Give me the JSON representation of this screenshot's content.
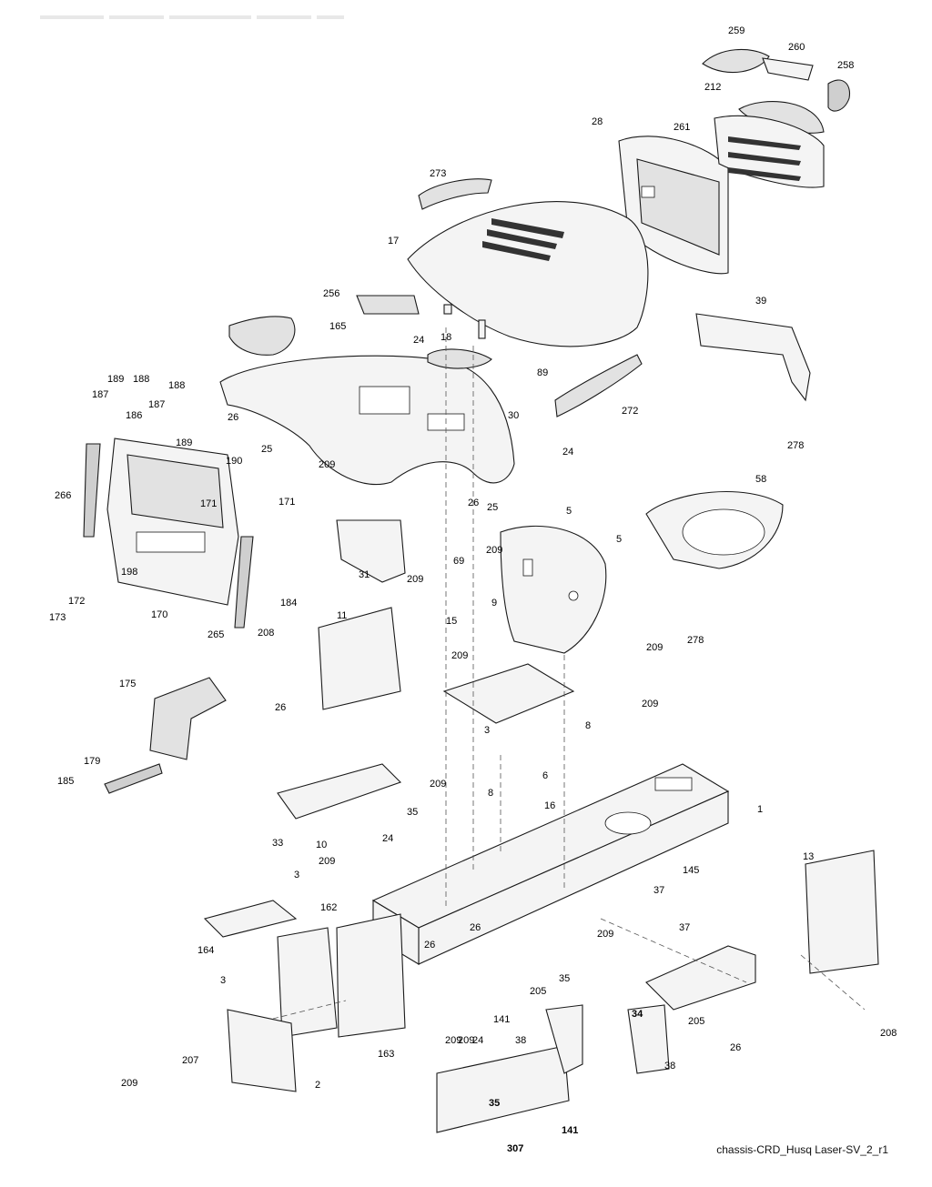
{
  "diagram": {
    "caption": "chassis-CRD_Husq Laser-SV_2_r1",
    "callouts": [
      {
        "text": "259"
      },
      {
        "text": "260"
      },
      {
        "text": "258"
      },
      {
        "text": "212"
      },
      {
        "text": "28"
      },
      {
        "text": "261"
      },
      {
        "text": "273"
      },
      {
        "text": "17"
      },
      {
        "text": "256"
      },
      {
        "text": "18"
      },
      {
        "text": "165"
      },
      {
        "text": "24"
      },
      {
        "text": "39"
      },
      {
        "text": "89"
      },
      {
        "text": "272"
      },
      {
        "text": "278"
      },
      {
        "text": "189"
      },
      {
        "text": "188"
      },
      {
        "text": "187"
      },
      {
        "text": "188"
      },
      {
        "text": "187"
      },
      {
        "text": "186"
      },
      {
        "text": "189"
      },
      {
        "text": "26"
      },
      {
        "text": "25"
      },
      {
        "text": "30"
      },
      {
        "text": "24"
      },
      {
        "text": "190"
      },
      {
        "text": "266"
      },
      {
        "text": "209"
      },
      {
        "text": "26"
      },
      {
        "text": "25"
      },
      {
        "text": "58"
      },
      {
        "text": "5"
      },
      {
        "text": "5"
      },
      {
        "text": "171"
      },
      {
        "text": "171"
      },
      {
        "text": "69"
      },
      {
        "text": "209"
      },
      {
        "text": "198"
      },
      {
        "text": "31"
      },
      {
        "text": "209"
      },
      {
        "text": "172"
      },
      {
        "text": "184"
      },
      {
        "text": "9"
      },
      {
        "text": "173"
      },
      {
        "text": "170"
      },
      {
        "text": "265"
      },
      {
        "text": "11"
      },
      {
        "text": "15"
      },
      {
        "text": "209"
      },
      {
        "text": "278"
      },
      {
        "text": "208"
      },
      {
        "text": "209"
      },
      {
        "text": "209"
      },
      {
        "text": "175"
      },
      {
        "text": "3"
      },
      {
        "text": "8"
      },
      {
        "text": "26"
      },
      {
        "text": "6"
      },
      {
        "text": "209"
      },
      {
        "text": "179"
      },
      {
        "text": "8"
      },
      {
        "text": "16"
      },
      {
        "text": "185"
      },
      {
        "text": "35"
      },
      {
        "text": "1"
      },
      {
        "text": "33"
      },
      {
        "text": "10"
      },
      {
        "text": "24"
      },
      {
        "text": "13"
      },
      {
        "text": "209"
      },
      {
        "text": "145"
      },
      {
        "text": "3"
      },
      {
        "text": "162"
      },
      {
        "text": "26"
      },
      {
        "text": "37"
      },
      {
        "text": "26"
      },
      {
        "text": "37"
      },
      {
        "text": "209"
      },
      {
        "text": "164"
      },
      {
        "text": "35"
      },
      {
        "text": "3"
      },
      {
        "text": "205"
      },
      {
        "text": "34"
      },
      {
        "text": "209"
      },
      {
        "text": "141"
      },
      {
        "text": "38"
      },
      {
        "text": "205"
      },
      {
        "text": "208"
      },
      {
        "text": "24"
      },
      {
        "text": "209"
      },
      {
        "text": "26"
      },
      {
        "text": "207"
      },
      {
        "text": "163"
      },
      {
        "text": "38"
      },
      {
        "text": "2"
      },
      {
        "text": "209"
      },
      {
        "text": "35"
      },
      {
        "text": "141"
      },
      {
        "text": "307"
      }
    ]
  }
}
